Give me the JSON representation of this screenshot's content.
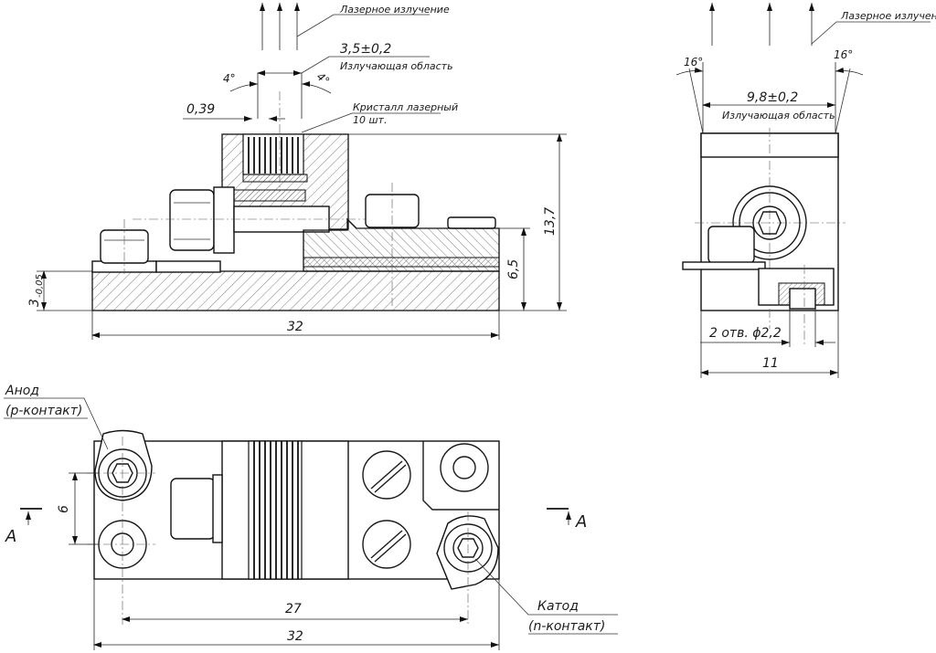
{
  "labels": {
    "laser_radiation": "Лазерное излучение",
    "emitting_area": "Излучающая область",
    "laser_crystal_line1": "Кристалл лазерный",
    "laser_crystal_line2": "10 шт.",
    "anode_line1": "Анод",
    "anode_line2": "(р-контакт)",
    "cathode_line1": "Катод",
    "cathode_line2": "(n-контакт)",
    "holes": "2 отв. ϕ2,2",
    "section_mark": "А"
  },
  "dimensions": {
    "emit_width_front": "3,5±0,2",
    "emit_width_side": "9,8±0,2",
    "pitch": "0,39",
    "angle_4": "4°",
    "angle_16": "16°",
    "height_total": "13,7",
    "height_base": "6,5",
    "base_thickness": "3",
    "base_tolerance": "-0,05",
    "length_front": "32",
    "length_top_inner": "27",
    "length_top": "32",
    "width_side": "11",
    "hole_spacing": "6"
  }
}
